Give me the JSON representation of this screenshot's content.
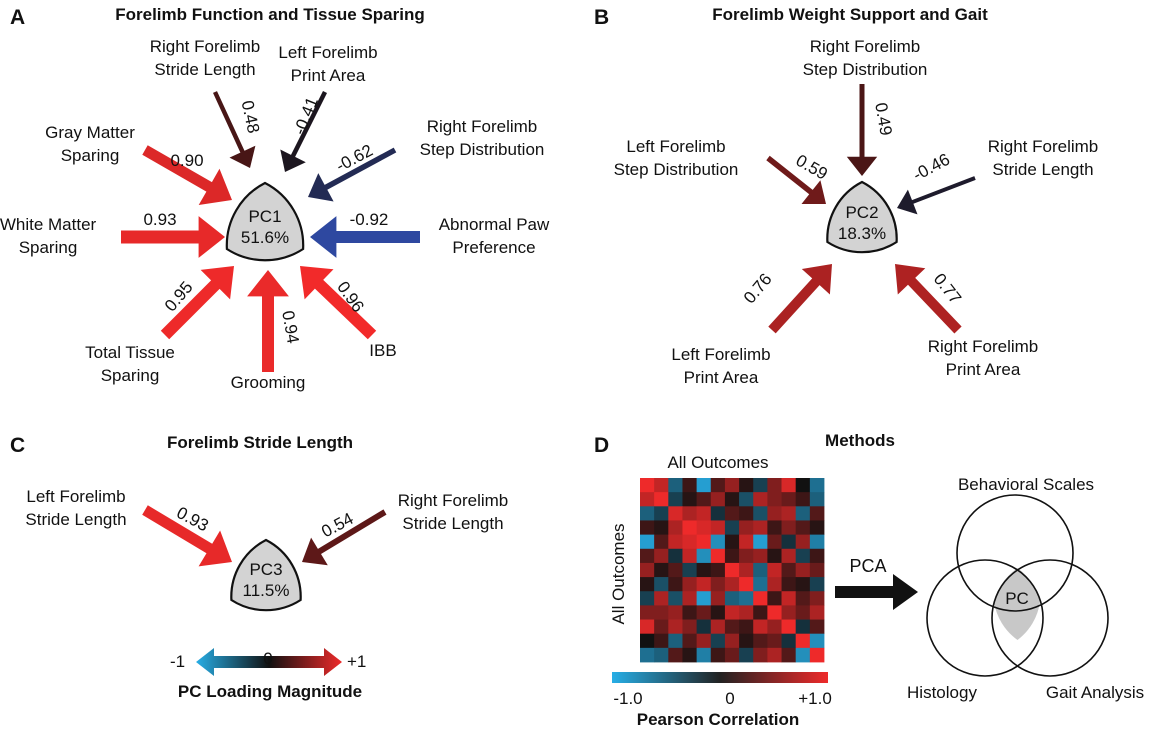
{
  "panelA": {
    "letter": "A",
    "title": "Forelimb Function and Tissue Sparing",
    "node": {
      "name": "PC1",
      "pct": "51.6%"
    },
    "arrows": [
      {
        "label": [
          "Right Forelimb",
          "Stride Length"
        ],
        "value": "0.48",
        "loading": 0.48
      },
      {
        "label": [
          "Left Forelimb",
          "Print Area"
        ],
        "value": "-0.41",
        "loading": -0.41
      },
      {
        "label": [
          "Gray Matter",
          "Sparing"
        ],
        "value": "0.90",
        "loading": 0.9
      },
      {
        "label": [
          "Right Forelimb",
          "Step Distribution"
        ],
        "value": "-0.62",
        "loading": -0.62
      },
      {
        "label": [
          "White Matter",
          "Sparing"
        ],
        "value": "0.93",
        "loading": 0.93
      },
      {
        "label": [
          "Abnormal Paw",
          "Preference"
        ],
        "value": "-0.92",
        "loading": -0.92
      },
      {
        "label": [
          "Total Tissue",
          "Sparing"
        ],
        "value": "0.95",
        "loading": 0.95
      },
      {
        "label": [
          "Grooming"
        ],
        "value": "0.94",
        "loading": 0.94
      },
      {
        "label": [
          "IBB"
        ],
        "value": "0.96",
        "loading": 0.96
      }
    ]
  },
  "panelB": {
    "letter": "B",
    "title": "Forelimb Weight Support and Gait",
    "node": {
      "name": "PC2",
      "pct": "18.3%"
    },
    "arrows": [
      {
        "label": [
          "Right Forelimb",
          "Step Distribution"
        ],
        "value": "0.49",
        "loading": 0.49
      },
      {
        "label": [
          "Left Forelimb",
          "Step Distribution"
        ],
        "value": "0.59",
        "loading": 0.59
      },
      {
        "label": [
          "Right Forelimb",
          "Stride Length"
        ],
        "value": "-0.46",
        "loading": -0.46
      },
      {
        "label": [
          "Left Forelimb",
          "Print Area"
        ],
        "value": "0.76",
        "loading": 0.76
      },
      {
        "label": [
          "Right Forelimb",
          "Print Area"
        ],
        "value": "0.77",
        "loading": 0.77
      }
    ]
  },
  "panelC": {
    "letter": "C",
    "title": "Forelimb Stride Length",
    "node": {
      "name": "PC3",
      "pct": "11.5%"
    },
    "arrows": [
      {
        "label": [
          "Left Forelimb",
          "Stride Length"
        ],
        "value": "0.93",
        "loading": 0.93
      },
      {
        "label": [
          "Right Forelimb",
          "Stride Length"
        ],
        "value": "0.54",
        "loading": 0.54
      }
    ],
    "legend": {
      "min": "-1",
      "mid": "0",
      "max": "+1",
      "title": "PC Loading Magnitude"
    }
  },
  "panelD": {
    "letter": "D",
    "title": "Methods",
    "matrix_top_label": "All Outcomes",
    "matrix_side_label": "All Outcomes",
    "colorbar": {
      "min": "-1.0",
      "mid": "0",
      "max": "+1.0",
      "title": "Pearson Correlation"
    },
    "pca_label": "PCA",
    "venn": {
      "top": "Behavioral Scales",
      "left": "Histology",
      "right": "Gait Analysis",
      "center": "PC"
    },
    "matrix_values": [
      [
        1.0,
        0.8,
        -0.5,
        0.2,
        -0.9,
        0.3,
        0.6,
        0.1,
        -0.3,
        0.5,
        0.9,
        0.0,
        -0.6
      ],
      [
        0.8,
        1.0,
        -0.3,
        0.1,
        0.3,
        0.6,
        0.1,
        -0.4,
        0.7,
        0.5,
        0.4,
        0.2,
        -0.5
      ],
      [
        -0.5,
        -0.3,
        0.9,
        0.7,
        0.8,
        -0.2,
        0.3,
        0.2,
        -0.4,
        0.6,
        0.7,
        -0.5,
        0.3
      ],
      [
        0.2,
        0.1,
        0.7,
        1.0,
        0.9,
        0.8,
        -0.3,
        0.6,
        0.7,
        0.2,
        0.5,
        0.3,
        0.1
      ],
      [
        -0.9,
        0.3,
        0.8,
        0.9,
        1.0,
        -0.8,
        0.1,
        0.8,
        -0.9,
        0.4,
        -0.2,
        0.6,
        -0.7
      ],
      [
        0.3,
        0.6,
        -0.2,
        0.8,
        -0.8,
        1.0,
        0.2,
        0.5,
        0.6,
        0.1,
        0.7,
        -0.3,
        0.2
      ],
      [
        0.6,
        0.1,
        0.3,
        -0.3,
        0.1,
        0.2,
        1.0,
        0.7,
        -0.5,
        0.8,
        0.3,
        0.6,
        0.4
      ],
      [
        0.1,
        -0.4,
        0.2,
        0.6,
        0.8,
        0.5,
        0.7,
        1.0,
        -0.6,
        0.7,
        0.2,
        0.1,
        -0.3
      ],
      [
        -0.3,
        0.7,
        -0.4,
        0.7,
        -0.9,
        0.6,
        -0.5,
        -0.6,
        1.0,
        0.2,
        0.8,
        0.3,
        0.5
      ],
      [
        0.5,
        0.5,
        0.6,
        0.2,
        0.4,
        0.1,
        0.8,
        0.7,
        0.2,
        1.0,
        0.6,
        0.4,
        0.7
      ],
      [
        0.9,
        0.4,
        0.7,
        0.5,
        -0.2,
        0.7,
        0.3,
        0.2,
        0.8,
        0.6,
        1.0,
        -0.2,
        0.3
      ],
      [
        0.0,
        0.2,
        -0.5,
        0.3,
        0.6,
        -0.3,
        0.6,
        0.1,
        0.3,
        0.4,
        -0.2,
        1.0,
        -0.8
      ],
      [
        -0.6,
        -0.5,
        0.3,
        0.1,
        -0.7,
        0.2,
        0.4,
        -0.3,
        0.5,
        0.7,
        0.3,
        -0.8,
        1.0
      ]
    ]
  },
  "colors": {
    "positive": "#ee2a2a",
    "negative": "#2f4ba8",
    "neutral": "#1a1010",
    "node_fill": "#d3d3d3",
    "venn_center": "#c8c8c8",
    "heat_neg": "#27aee6",
    "heat_pos": "#ee2a2a"
  }
}
